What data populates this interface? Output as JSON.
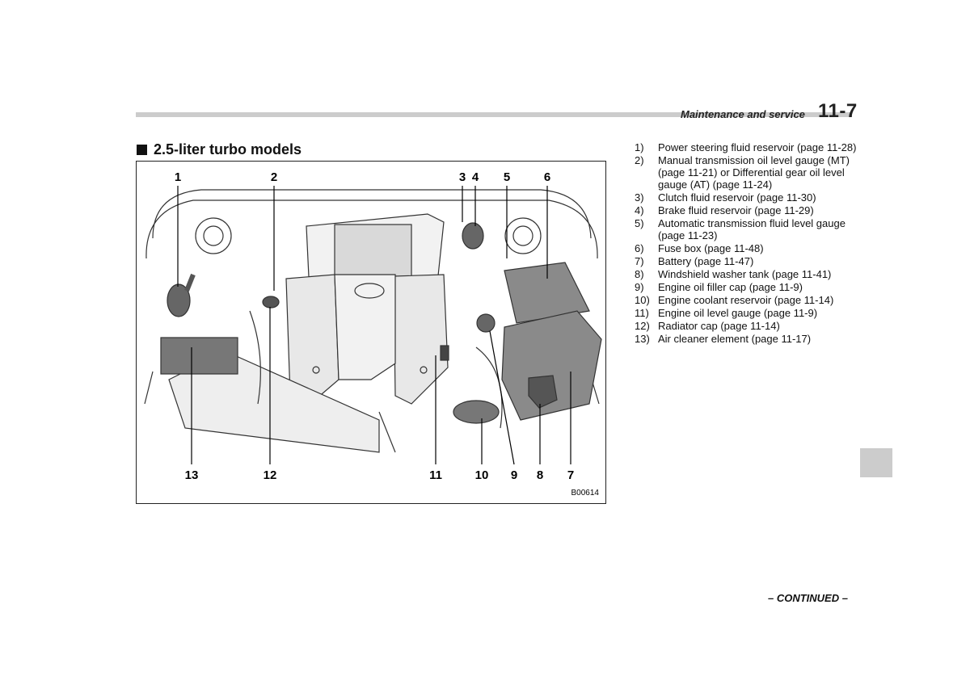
{
  "header": {
    "section_title": "Maintenance and service",
    "page_number": "11-7"
  },
  "section": {
    "heading": "2.5-liter turbo models"
  },
  "figure": {
    "code": "B00614",
    "callouts_top": [
      "1",
      "2",
      "3",
      "4",
      "5",
      "6"
    ],
    "callouts_bottom": [
      "13",
      "12",
      "11",
      "10",
      "9",
      "8",
      "7"
    ]
  },
  "legend": [
    {
      "num": "1)",
      "text": "Power steering fluid reservoir (page 11-28)"
    },
    {
      "num": "2)",
      "text": "Manual transmission oil level gauge (MT) (page 11-21) or Differential gear oil level gauge (AT) (page 11-24)"
    },
    {
      "num": "3)",
      "text": "Clutch fluid reservoir (page 11-30)"
    },
    {
      "num": "4)",
      "text": "Brake fluid reservoir (page 11-29)"
    },
    {
      "num": "5)",
      "text": "Automatic transmission fluid level gauge (page 11-23)"
    },
    {
      "num": "6)",
      "text": "Fuse box (page 11-48)"
    },
    {
      "num": "7)",
      "text": "Battery (page 11-47)"
    },
    {
      "num": "8)",
      "text": "Windshield washer tank (page 11-41)"
    },
    {
      "num": "9)",
      "text": "Engine oil filler cap (page 11-9)"
    },
    {
      "num": "10)",
      "text": "Engine coolant reservoir (page 11-14)"
    },
    {
      "num": "11)",
      "text": "Engine oil level gauge (page 11-9)"
    },
    {
      "num": "12)",
      "text": "Radiator cap (page 11-14)"
    },
    {
      "num": "13)",
      "text": "Air cleaner element (page 11-17)"
    }
  ],
  "footer": {
    "continued": "– CONTINUED –"
  }
}
